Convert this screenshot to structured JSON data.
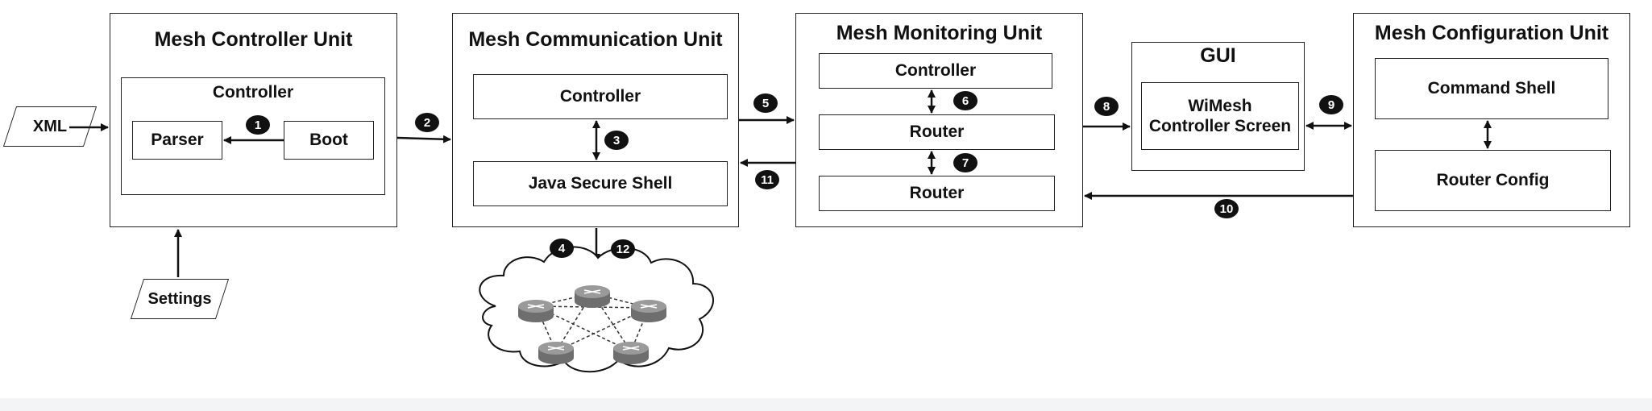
{
  "inputs": {
    "xml": "XML",
    "settings": "Settings"
  },
  "controller_unit": {
    "title": "Mesh Controller Unit",
    "inner_title": "Controller",
    "parser": "Parser",
    "boot": "Boot"
  },
  "communication_unit": {
    "title": "Mesh Communication Unit",
    "controller": "Controller",
    "ssh": "Java Secure Shell"
  },
  "monitoring_unit": {
    "title": "Mesh Monitoring Unit",
    "controller": "Controller",
    "router_1": "Router",
    "router_2": "Router"
  },
  "gui": {
    "title": "GUI",
    "screen": "WiMesh Controller Screen"
  },
  "configuration_unit": {
    "title": "Mesh Configuration Unit",
    "command_shell": "Command Shell",
    "router_config": "Router Config"
  },
  "steps": [
    "1",
    "2",
    "3",
    "4",
    "5",
    "6",
    "7",
    "8",
    "9",
    "10",
    "11",
    "12"
  ],
  "network": {
    "icon": "mesh-network-cloud-icon",
    "router_icon": "router-icon"
  }
}
